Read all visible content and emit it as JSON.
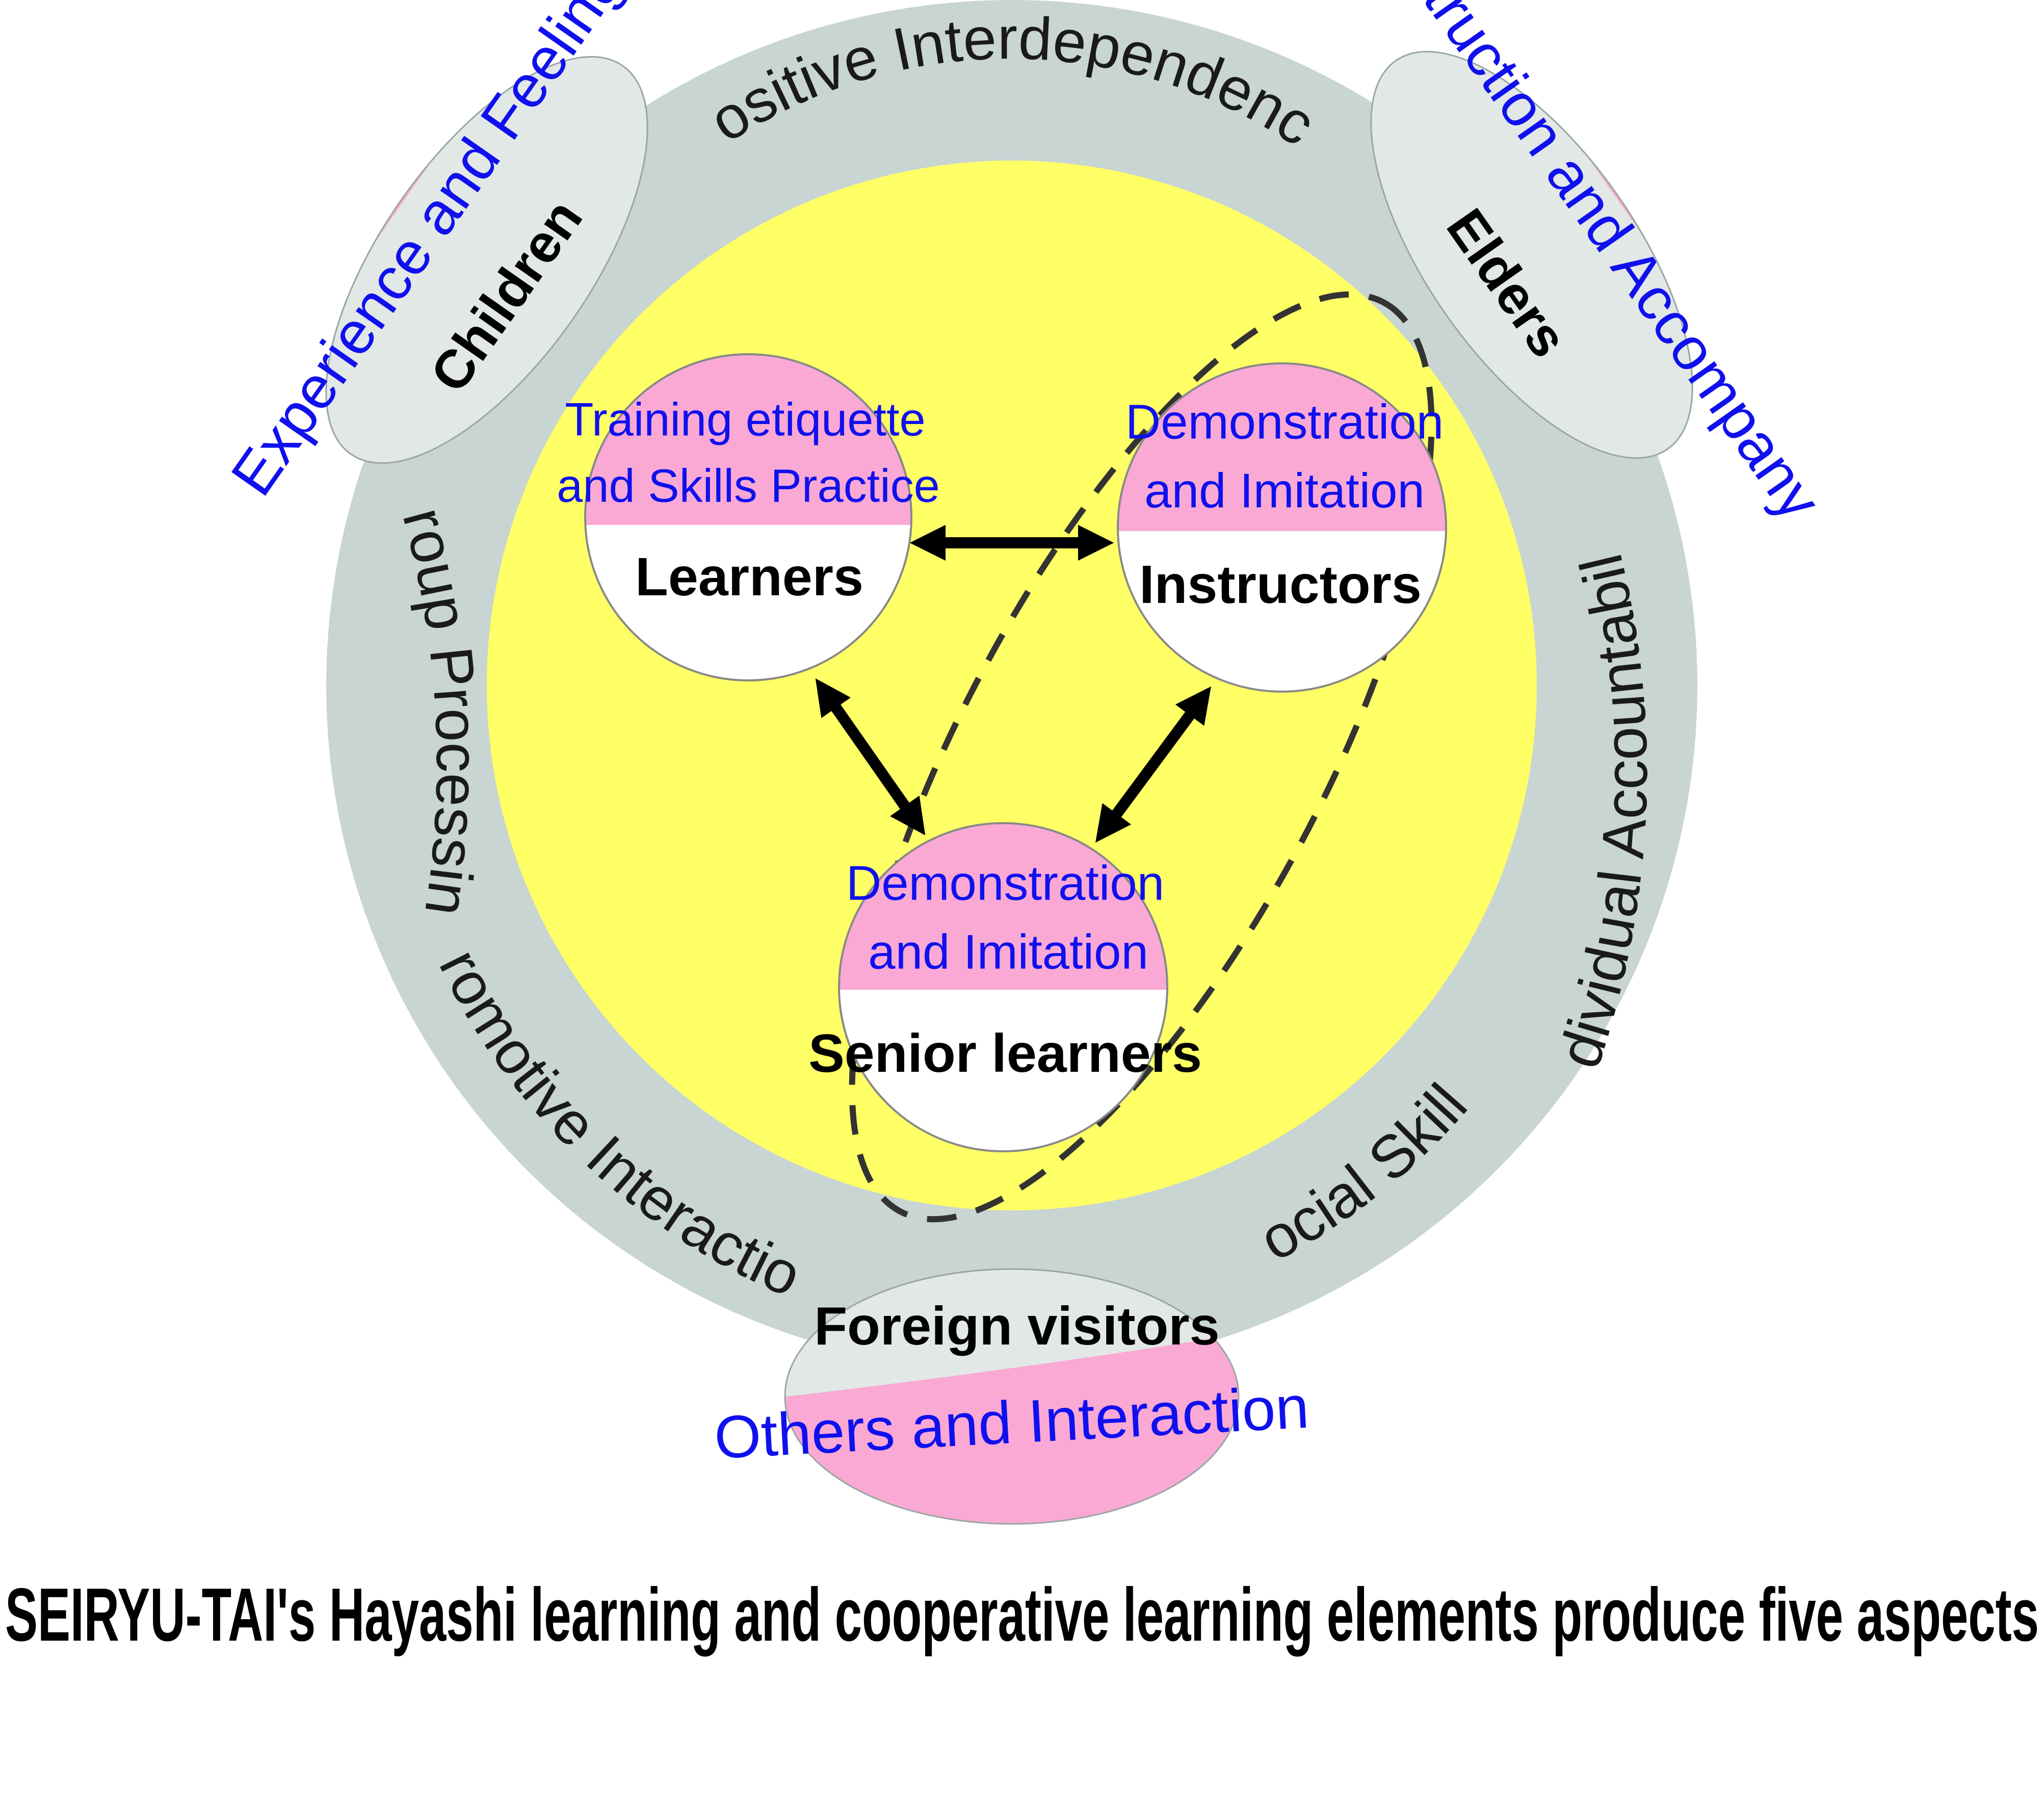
{
  "colors": {
    "ring": "#c8d5d2",
    "core": "#ffff66",
    "pink": "#f9a9d4",
    "label_fill": "#e2e8e6",
    "aspect_text": "#1010ee",
    "actor_text": "#000000"
  },
  "ring_labels": {
    "positive_interdependence": "Positive Interdependence",
    "group_processing": "Group Processing",
    "promotive_interaction": "Promotive Interaction",
    "social_skills": "Social Skills",
    "individual_accountability": "Individual Accountability"
  },
  "outer_groups": {
    "children": {
      "name": "Children",
      "aspect": "Experience and Feeling"
    },
    "elders": {
      "name": "Elders",
      "aspect": "Instruction and Accompany"
    },
    "foreign_visitors": {
      "name": "Foreign visitors",
      "aspect": "Others and Interaction"
    }
  },
  "inner_roles": {
    "learners": {
      "name": "Learners",
      "aspect_line1": "Training etiquette",
      "aspect_line2": "and Skills Practice"
    },
    "instructors": {
      "name": "Instructors",
      "aspect_line1": "Demonstration",
      "aspect_line2": "and Imitation"
    },
    "senior_learners": {
      "name": "Senior learners",
      "aspect_line1": "Demonstration",
      "aspect_line2": "and Imitation"
    }
  },
  "caption": "SEIRYU-TAI's Hayashi learning and cooperative learning elements produce five aspects"
}
